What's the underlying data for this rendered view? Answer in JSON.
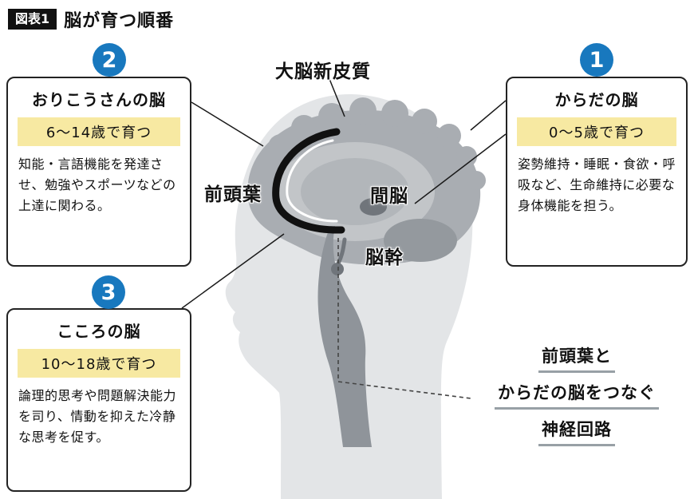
{
  "header": {
    "badge": "図表1",
    "title": "脳が育つ順番"
  },
  "boxes": {
    "box1": {
      "number": "1",
      "title": "からだの脳",
      "age": "0～5歳で育つ",
      "description": "姿勢維持・睡眠・食欲・呼吸など、生命維持に必要な身体機能を担う。"
    },
    "box2": {
      "number": "2",
      "title": "おりこうさんの脳",
      "age": "6～14歳で育つ",
      "description": "知能・言語機能を発達させ、勉強やスポーツなどの上達に関わる。"
    },
    "box3": {
      "number": "3",
      "title": "こころの脳",
      "age": "10～18歳で育つ",
      "description": "論理的思考や問題解決能力を司り、情動を抑えた冷静な思考を促す。"
    }
  },
  "labels": {
    "neocortex": "大脳新皮質",
    "frontal_lobe": "前頭葉",
    "diencephalon": "間脳",
    "brainstem": "脳幹"
  },
  "annotation": {
    "line1": "前頭葉と",
    "line2": "からだの脳をつなぐ",
    "line3": "神経回路"
  },
  "colors": {
    "badge_blue": "#1878be",
    "highlight_yellow": "#f7e9a2",
    "head_gray": "#e3e5e7",
    "brain_gray": "#a9adb2"
  }
}
